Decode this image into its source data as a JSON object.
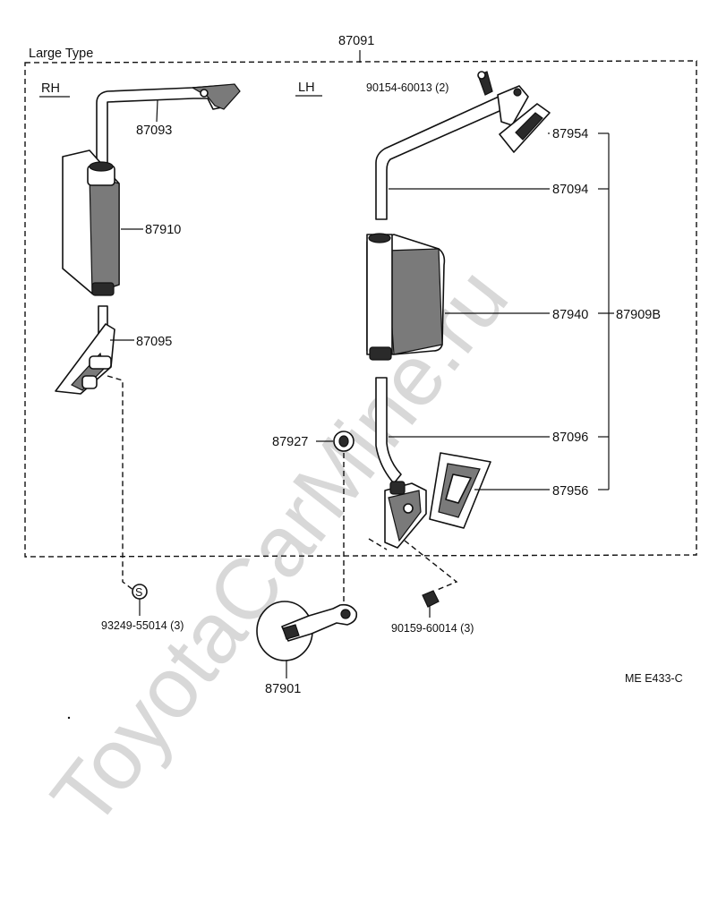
{
  "diagram": {
    "assembly_number": "87091",
    "frame_title": "Large Type",
    "side_rh": "RH",
    "side_lh": "LH",
    "ref_code": "ME  E433-C",
    "watermark": "ToyotaCarMine.ru",
    "parts": {
      "p87093": "87093",
      "p87910": "87910",
      "p87095": "87095",
      "p90154": "90154-60013 (2)",
      "p87954": "87954",
      "p87094": "87094",
      "p87940": "87940",
      "p87909b": "87909B",
      "p87927": "87927",
      "p87096": "87096",
      "p87956": "87956",
      "p93249": "93249-55014 (3)",
      "p90159": "90159-60014 (3)",
      "p87901": "87901"
    },
    "clip_symbol": "S"
  }
}
